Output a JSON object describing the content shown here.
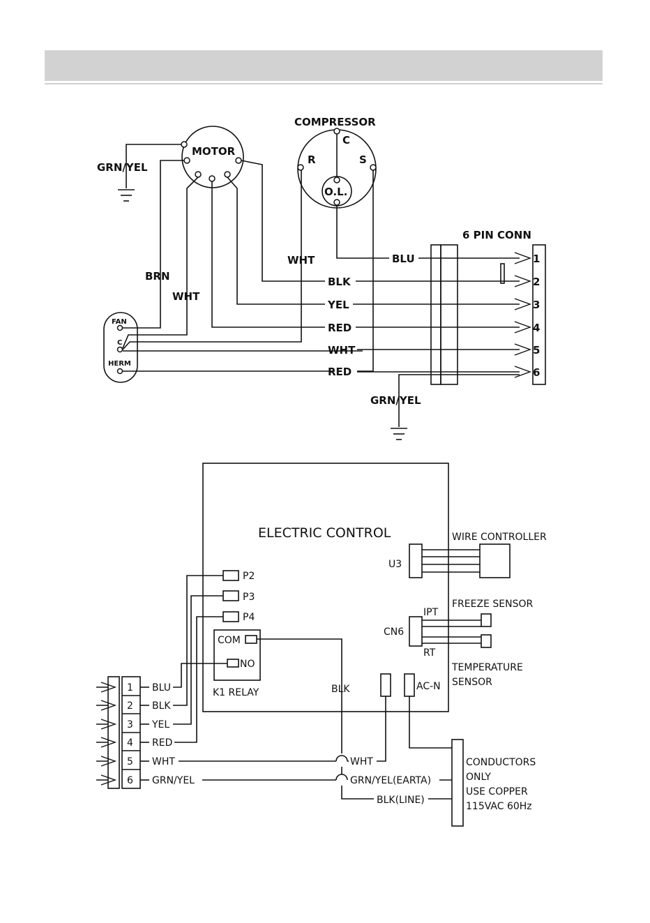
{
  "upper": {
    "motor_label": "MOTOR",
    "compressor_label": "COMPRESSOR",
    "comp_c": "C",
    "comp_r": "R",
    "comp_s": "S",
    "comp_ol": "O.L.",
    "ground_label_left": "GRN/YEL",
    "ground_label_bottom": "GRN/YEL",
    "brn": "BRN",
    "wht_motor": "WHT",
    "wht_comp": "WHT",
    "switch_fan": "FAN",
    "switch_c": "C",
    "switch_herm": "HERM",
    "conn_title": "6 PIN CONN",
    "wires": [
      "BLU",
      "BLK",
      "YEL",
      "RED",
      "WHT",
      "RED"
    ],
    "pins": [
      "1",
      "2",
      "3",
      "4",
      "5",
      "6"
    ]
  },
  "lower": {
    "title": "ELECTRIC CONTROL",
    "u3": "U3",
    "cn6": "CN6",
    "ipt": "IPT",
    "rt": "RT",
    "p2": "P2",
    "p3": "P3",
    "p4": "P4",
    "com": "COM",
    "no": "NO",
    "relay": "K1   RELAY",
    "blk_mid": "BLK",
    "acn": "AC-N",
    "wire_controller": "WIRE CONTROLLER",
    "freeze_sensor": "FREEZE SENSOR",
    "temp_sensor_1": "TEMPERATURE",
    "temp_sensor_2": "SENSOR",
    "pins": [
      "1",
      "2",
      "3",
      "4",
      "5",
      "6"
    ],
    "wires": [
      "BLU",
      "BLK",
      "YEL",
      "RED",
      "WHT",
      "GRN/YEL"
    ],
    "out_wht": "WHT",
    "out_gy": "GRN/YEL(EARTA)",
    "out_blk": "BLK(LINE)",
    "cond_1": "CONDUCTORS",
    "cond_2": "ONLY",
    "cond_3": "USE COPPER",
    "cond_4": "115VAC 60Hz"
  }
}
